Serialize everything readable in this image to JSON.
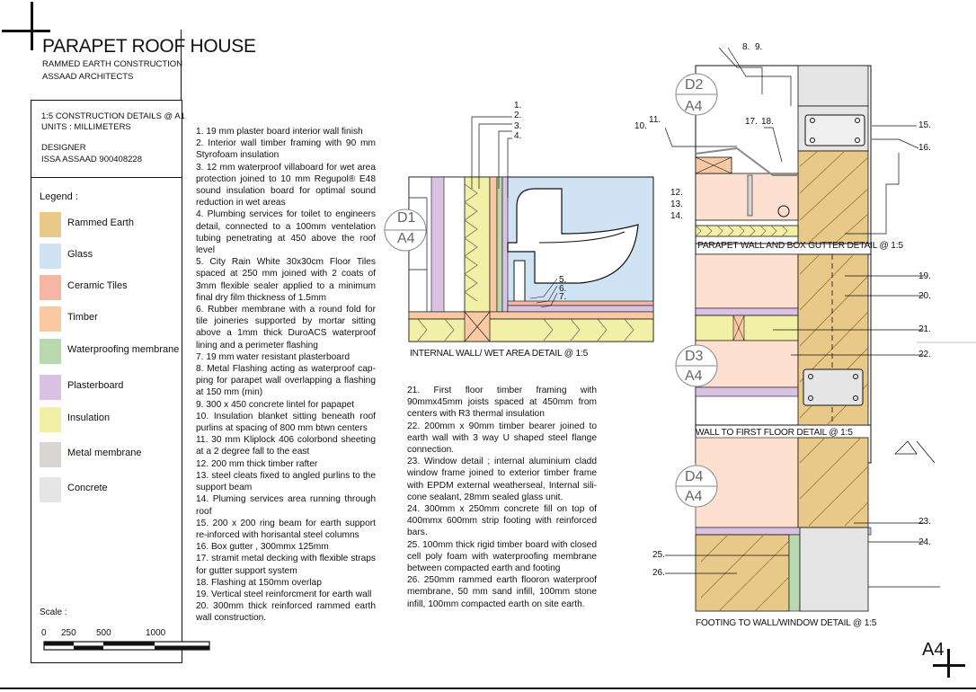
{
  "header": {
    "title": "PARAPET ROOF HOUSE",
    "subtitle_line1": "RAMMED EARTH CONSTRUCTION",
    "subtitle_line2": "ASSAAD ARCHITECTS"
  },
  "info": {
    "details": "1:5 CONSTRUCTION DETAILS @ A1",
    "units": "UNITS : MILLIMETERS",
    "designer_label": "DESIGNER",
    "designer": "ISSA ASSAAD 900408228"
  },
  "legend": {
    "title": "Legend :",
    "items": [
      {
        "label": "Rammed Earth",
        "color": "#e8c98a"
      },
      {
        "label": "Glass",
        "color": "#cfe3f5"
      },
      {
        "label": "Ceramic Tiles",
        "color": "#f5b6a4"
      },
      {
        "label": "Timber",
        "color": "#f9c9a3"
      },
      {
        "label": "Waterproofing membrane",
        "color": "#b8d9b0"
      },
      {
        "label": "Plasterboard",
        "color": "#d9c2e3"
      },
      {
        "label": "Insulation",
        "color": "#f2f0a6"
      },
      {
        "label": "Metal membrane",
        "color": "#d9d5d2"
      },
      {
        "label": "Concrete",
        "color": "#e5e5e5"
      }
    ]
  },
  "scale": {
    "label": "Scale :",
    "ticks": [
      "0",
      "250",
      "500",
      "1000"
    ]
  },
  "notes_col1": [
    "1.  19 mm plaster board interior wall finish",
    "2. Interior wall timber framing with  90 mm Styrofoam insulation",
    "3. 12 mm waterproof villaboard for wet area protection joined to 10 mm Regupol® E48 sound insulation    board for optimal sound reduction in wet areas",
    "4. Plumbing services for toilet to engineers detail, connected to a 100mm ventelation tubing penetrating  at 450 above the roof level",
    "5. City Rain White 30x30cm Floor Tiles spaced at 250 mm joined with  2 coats of 3mm flexible sealer applied to a minimum final dry film thickness of 1.5mm",
    "6. Rubber membrane with a round fold for tile joineries supported by mortar sitting above a 1mm thick DuroACS waterproof lining and a perimeter flashing",
    "7. 19 mm water resistant plasterboard",
    "8. Metal Flashing acting as waterproof cap-ping for parapet wall overlapping a flashing at 150 mm (min)",
    "9. 300 x 450 concrete lintel for papapet",
    "10. Insulation blanket sitting beneath roof purlins at spacing of 800 mm btwn centers",
    "11. 30 mm Kliplock 406 colorbond sheeting at a 2 degree fall to the east",
    "12. 200 mm thick timber rafter",
    "13. steel cleats fixed to angled purlins to the support beam",
    "14. Pluming services area running through roof",
    "15. 200 x 200 ring beam for earth support re-inforced with horisantal steel columns",
    "16. Box gutter , 300mmx 125mm",
    "17.   stramit metal decking   with flexible straps for gutter support system",
    "18. Flashing at 150mm overlap",
    "19. Vertical steel reinforcment for earth wall",
    "20. 300mm thick reinforced rammed earth wall construction."
  ],
  "notes_col2": [
    "21.  First floor timber framing with 90mmx45mm joists spaced at 450mm from centers with R3 thermal insulation",
    "22. 200mm x 90mm timber bearer joined to earth wall with 3 way  U shaped steel flange connection.",
    "23. Window detail ;  internal aluminium cladd window frame joined to exterior timber frame with EPDM external weatherseal, Internal sili-cone sealant, 28mm sealed glass unit.",
    "24. 300mm x 250mm concrete fill on top of 400mmx 600mm strip footing with reinforced bars.",
    "25.  100mm thick rigid timber board with closed cell poly foam with waterproofing membrane between compacted earth and footing",
    "26. 250mm rammed earth flooron waterproof membrane, 50 mm sand infill, 100mm stone infill, 100mm compacted earth on site earth."
  ],
  "details": {
    "d1": {
      "tag_top": "D1",
      "tag_bottom": "A4",
      "caption": "INTERNAL WALL/ WET AREA DETAIL @ 1:5",
      "callouts_top": [
        "1.",
        "2.",
        "3.",
        "4."
      ],
      "callouts_bottom": [
        "5.",
        "6.",
        "7."
      ]
    },
    "d2": {
      "tag_top": "D2",
      "tag_bottom": "A4",
      "caption": "PARAPET WALL AND BOX GUTTER DETAIL @ 1:5",
      "callouts": [
        "8.",
        "9.",
        "10.",
        "11.",
        "12.",
        "13.",
        "14.",
        "15.",
        "16.",
        "17.",
        "18."
      ]
    },
    "d3": {
      "tag_top": "D3",
      "tag_bottom": "A4",
      "caption": "WALL TO FIRST FLOOR DETAIL @ 1:5",
      "callouts": [
        "19.",
        "20.",
        "21.",
        "22."
      ]
    },
    "d4": {
      "tag_top": "D4",
      "tag_bottom": "A4",
      "caption": "FOOTING TO WALL/WINDOW DETAIL @ 1:5",
      "callouts": [
        "23.",
        "24.",
        "25.",
        "26."
      ]
    }
  },
  "sheet": "A4"
}
